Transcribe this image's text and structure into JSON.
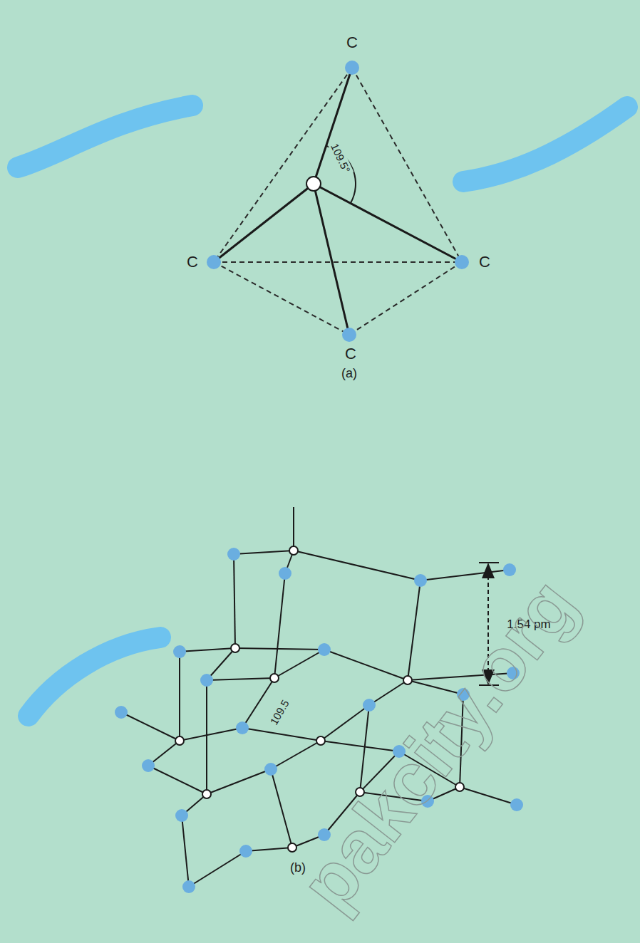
{
  "diagram": {
    "labels": [
      "C",
      "109.5°",
      "C",
      "C",
      "C",
      "(a)",
      "1.54 pm",
      "109.5",
      "(b)",
      "pakcity.org"
    ]
  }
}
